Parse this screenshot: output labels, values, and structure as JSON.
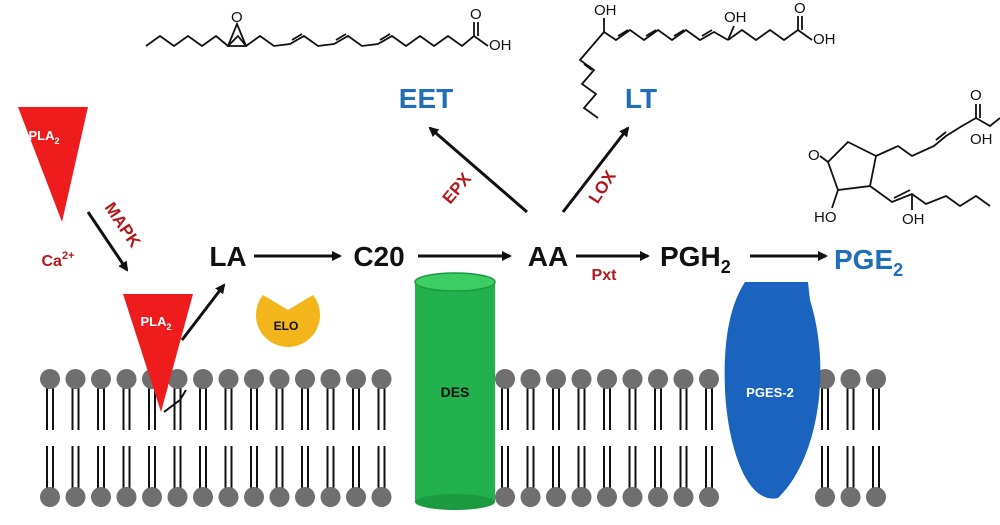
{
  "metabolites": {
    "la": "LA",
    "c20": "C20",
    "aa": "AA",
    "pgh": "PGH",
    "pgh_sub": "2",
    "pge": "PGE",
    "pge_sub": "2",
    "eet": "EET",
    "lt": "LT"
  },
  "enzymes": {
    "pla2": "PLA",
    "pla2_sub": "2",
    "mapk": "MAPK",
    "ca": "Ca",
    "ca_sup": "2+",
    "epx": "EPX",
    "lox": "LOX",
    "pxt": "Pxt",
    "elo": "ELO",
    "des": "DES",
    "pges2": "PGES-2"
  },
  "structures": {
    "oh": "OH",
    "o": "O",
    "ho": "HO"
  },
  "colors": {
    "red": "#b3181c",
    "blue": "#1f6fb8",
    "pla2_red": "#ee1c1c",
    "elo_yellow": "#f2b51a",
    "des_green": "#22b14c",
    "pges_blue": "#1a64c0",
    "lipid_grey": "#6f6f6f"
  }
}
